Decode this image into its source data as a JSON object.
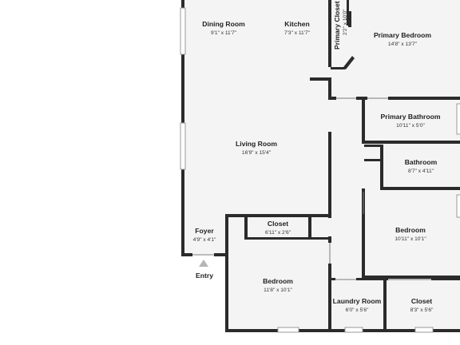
{
  "floorplan": {
    "rooms": [
      {
        "id": "dining-room",
        "name": "Dining Room",
        "dims": "9'1\" x 11'7\""
      },
      {
        "id": "kitchen",
        "name": "Kitchen",
        "dims": "7'3\" x 11'7\""
      },
      {
        "id": "primary-closet",
        "name": "Primary Closet",
        "dims": "2'2\" x 10'0\""
      },
      {
        "id": "primary-bedroom",
        "name": "Primary Bedroom",
        "dims": "14'8\" x 13'7\""
      },
      {
        "id": "primary-bathroom",
        "name": "Primary Bathroom",
        "dims": "10'11\" x 5'0\""
      },
      {
        "id": "living-room",
        "name": "Living Room",
        "dims": "16'9\" x 15'4\""
      },
      {
        "id": "bathroom",
        "name": "Bathroom",
        "dims": "8'7\" x 4'11\""
      },
      {
        "id": "bedroom-east",
        "name": "Bedroom",
        "dims": "10'11\" x 10'1\""
      },
      {
        "id": "closet-hall",
        "name": "Closet",
        "dims": "6'11\" x 2'6\""
      },
      {
        "id": "foyer",
        "name": "Foyer",
        "dims": "4'9\" x 4'1\""
      },
      {
        "id": "bedroom-south",
        "name": "Bedroom",
        "dims": "11'8\" x 10'1\""
      },
      {
        "id": "laundry-room",
        "name": "Laundry Room",
        "dims": "6'0\" x 5'6\""
      },
      {
        "id": "closet-south",
        "name": "Closet",
        "dims": "8'3\" x 5'6\""
      }
    ],
    "entry_label": "Entry",
    "colors": {
      "wall": "#2b2b2b",
      "floor": "#f4f4f4",
      "window": "#c8c8c8",
      "text": "#222222"
    }
  }
}
